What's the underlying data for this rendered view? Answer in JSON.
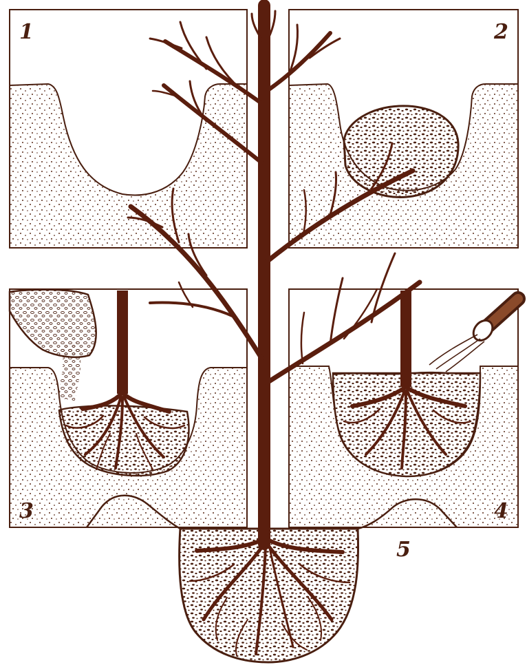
{
  "colors": {
    "ink": "#4a1f10",
    "trunk": "#5a1e0e",
    "soil_dot": "#5a2a18",
    "background": "#ffffff"
  },
  "diagram": {
    "steps": [
      {
        "number": "1"
      },
      {
        "number": "2"
      },
      {
        "number": "3"
      },
      {
        "number": "4"
      },
      {
        "number": "5"
      }
    ]
  }
}
